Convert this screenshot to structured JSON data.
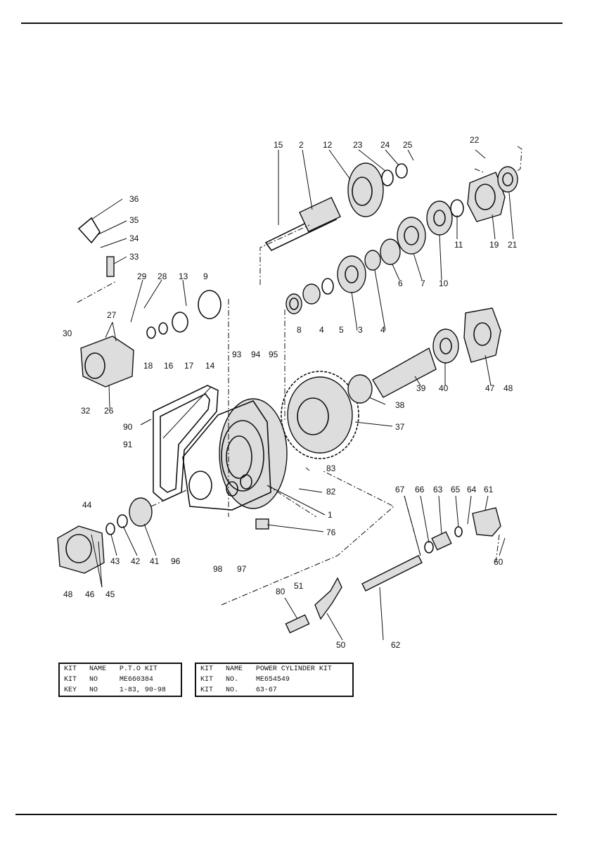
{
  "parts": [
    {
      "id": "p15",
      "label": "15"
    },
    {
      "id": "p2",
      "label": "2"
    },
    {
      "id": "p12",
      "label": "12"
    },
    {
      "id": "p23",
      "label": "23"
    },
    {
      "id": "p24",
      "label": "24"
    },
    {
      "id": "p25",
      "label": "25"
    },
    {
      "id": "p22",
      "label": "22"
    },
    {
      "id": "p36",
      "label": "36"
    },
    {
      "id": "p35",
      "label": "35"
    },
    {
      "id": "p34",
      "label": "34"
    },
    {
      "id": "p33",
      "label": "33"
    },
    {
      "id": "p29",
      "label": "29"
    },
    {
      "id": "p28",
      "label": "28"
    },
    {
      "id": "p13",
      "label": "13"
    },
    {
      "id": "p9",
      "label": "9"
    },
    {
      "id": "p27",
      "label": "27"
    },
    {
      "id": "p30",
      "label": "30"
    },
    {
      "id": "p18",
      "label": "18"
    },
    {
      "id": "p16",
      "label": "16"
    },
    {
      "id": "p17",
      "label": "17"
    },
    {
      "id": "p14",
      "label": "14"
    },
    {
      "id": "p32",
      "label": "32"
    },
    {
      "id": "p26",
      "label": "26"
    },
    {
      "id": "p8",
      "label": "8"
    },
    {
      "id": "p4a",
      "label": "4"
    },
    {
      "id": "p5",
      "label": "5"
    },
    {
      "id": "p3",
      "label": "3"
    },
    {
      "id": "p4b",
      "label": "4"
    },
    {
      "id": "p6",
      "label": "6"
    },
    {
      "id": "p7",
      "label": "7"
    },
    {
      "id": "p10",
      "label": "10"
    },
    {
      "id": "p11",
      "label": "11"
    },
    {
      "id": "p19",
      "label": "19"
    },
    {
      "id": "p21",
      "label": "21"
    },
    {
      "id": "p93",
      "label": "93"
    },
    {
      "id": "p94",
      "label": "94"
    },
    {
      "id": "p95",
      "label": "95"
    },
    {
      "id": "p39",
      "label": "39"
    },
    {
      "id": "p40",
      "label": "40"
    },
    {
      "id": "p47",
      "label": "47"
    },
    {
      "id": "p48a",
      "label": "48"
    },
    {
      "id": "p38",
      "label": "38"
    },
    {
      "id": "p37",
      "label": "37"
    },
    {
      "id": "p90",
      "label": "90"
    },
    {
      "id": "p91",
      "label": "91"
    },
    {
      "id": "p83",
      "label": "83"
    },
    {
      "id": "p82",
      "label": "82"
    },
    {
      "id": "p1",
      "label": "1"
    },
    {
      "id": "p76",
      "label": "76"
    },
    {
      "id": "p67",
      "label": "67"
    },
    {
      "id": "p66",
      "label": "66"
    },
    {
      "id": "p63",
      "label": "63"
    },
    {
      "id": "p65",
      "label": "65"
    },
    {
      "id": "p64",
      "label": "64"
    },
    {
      "id": "p61",
      "label": "61"
    },
    {
      "id": "p60",
      "label": "60"
    },
    {
      "id": "p44",
      "label": "44"
    },
    {
      "id": "p43",
      "label": "43"
    },
    {
      "id": "p42",
      "label": "42"
    },
    {
      "id": "p41",
      "label": "41"
    },
    {
      "id": "p96",
      "label": "96"
    },
    {
      "id": "p98",
      "label": "98"
    },
    {
      "id": "p97",
      "label": "97"
    },
    {
      "id": "p48b",
      "label": "48"
    },
    {
      "id": "p46",
      "label": "46"
    },
    {
      "id": "p45",
      "label": "45"
    },
    {
      "id": "p80",
      "label": "80"
    },
    {
      "id": "p51",
      "label": "51"
    },
    {
      "id": "p50",
      "label": "50"
    },
    {
      "id": "p62",
      "label": "62"
    }
  ],
  "kits": {
    "pto": {
      "row1": {
        "k": "KIT",
        "f": "NAME",
        "v": "P.T.O KIT"
      },
      "row2": {
        "k": "KIT",
        "f": "NO",
        "v": "ME660384"
      },
      "row3": {
        "k": "KEY",
        "f": "NO",
        "v": "1-83, 90-98"
      }
    },
    "power_cylinder": {
      "row1": {
        "k": "KIT",
        "f": "NAME",
        "v": "POWER CYLINDER KIT"
      },
      "row2": {
        "k": "KIT",
        "f": "NO.",
        "v": "ME654549"
      },
      "row3": {
        "k": "KIT",
        "f": "NO.",
        "v": "63-67"
      }
    }
  }
}
